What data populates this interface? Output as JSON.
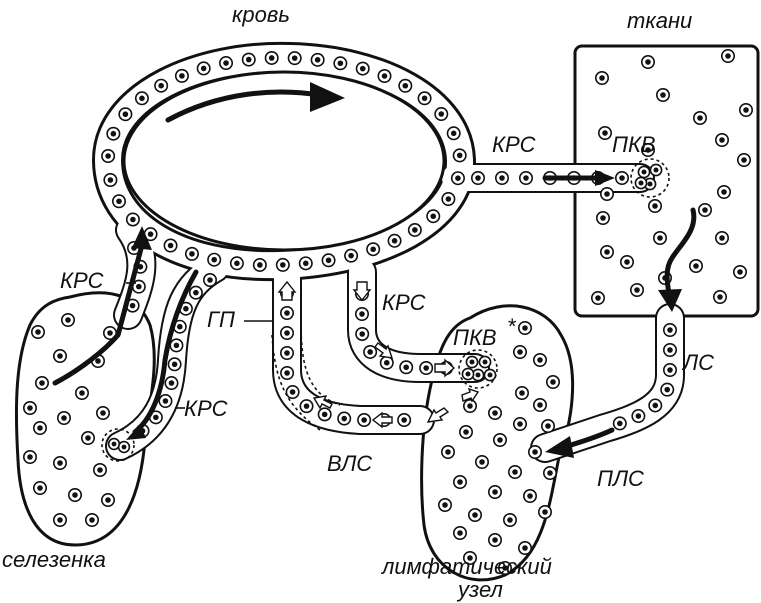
{
  "labels": {
    "blood": "кровь",
    "tissues": "ткани",
    "spleen": "селезенка",
    "lymph_node_line1": "лимфатический",
    "lymph_node_line2": "узел",
    "krs_tissue": "КРС",
    "krs_spleen_in": "КРС",
    "krs_spleen_out": "КРС",
    "krs_node": "КРС",
    "pkv_tissue": "ПКВ",
    "pkv_node": "ПКВ",
    "pkv_node_star": "*",
    "gp": "ГП",
    "ls": "ЛС",
    "pls": "ПЛС",
    "vls": "ВЛС"
  },
  "colors": {
    "ink": "#111111",
    "paper": "#ffffff"
  }
}
